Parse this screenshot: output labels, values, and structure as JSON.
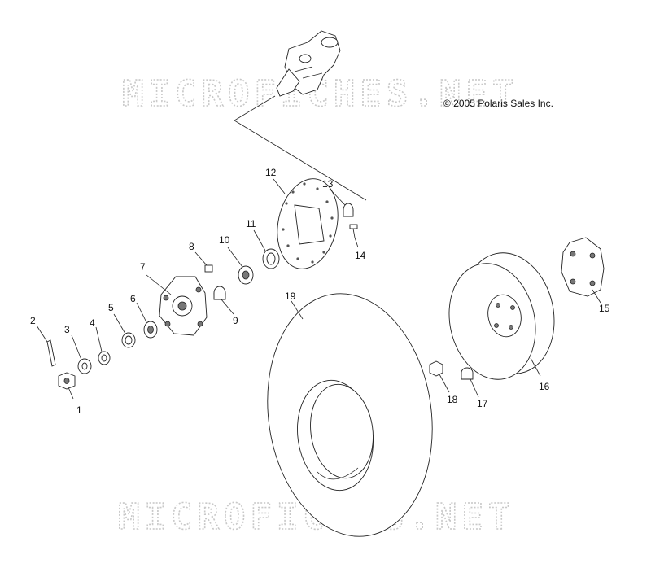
{
  "watermark": {
    "top": "MICROFICHES.NET",
    "bottom": "MICROFICHES.NET"
  },
  "copyright": "© 2005 Polaris Sales Inc.",
  "callouts": {
    "p1": "1",
    "p2": "2",
    "p3": "3",
    "p4": "4",
    "p5": "5",
    "p6": "6",
    "p7": "7",
    "p8": "8",
    "p9": "9",
    "p10": "10",
    "p11": "11",
    "p12": "12",
    "p13": "13",
    "p14": "14",
    "p15": "15",
    "p16": "16",
    "p17": "17",
    "p18": "18",
    "p19": "19"
  }
}
